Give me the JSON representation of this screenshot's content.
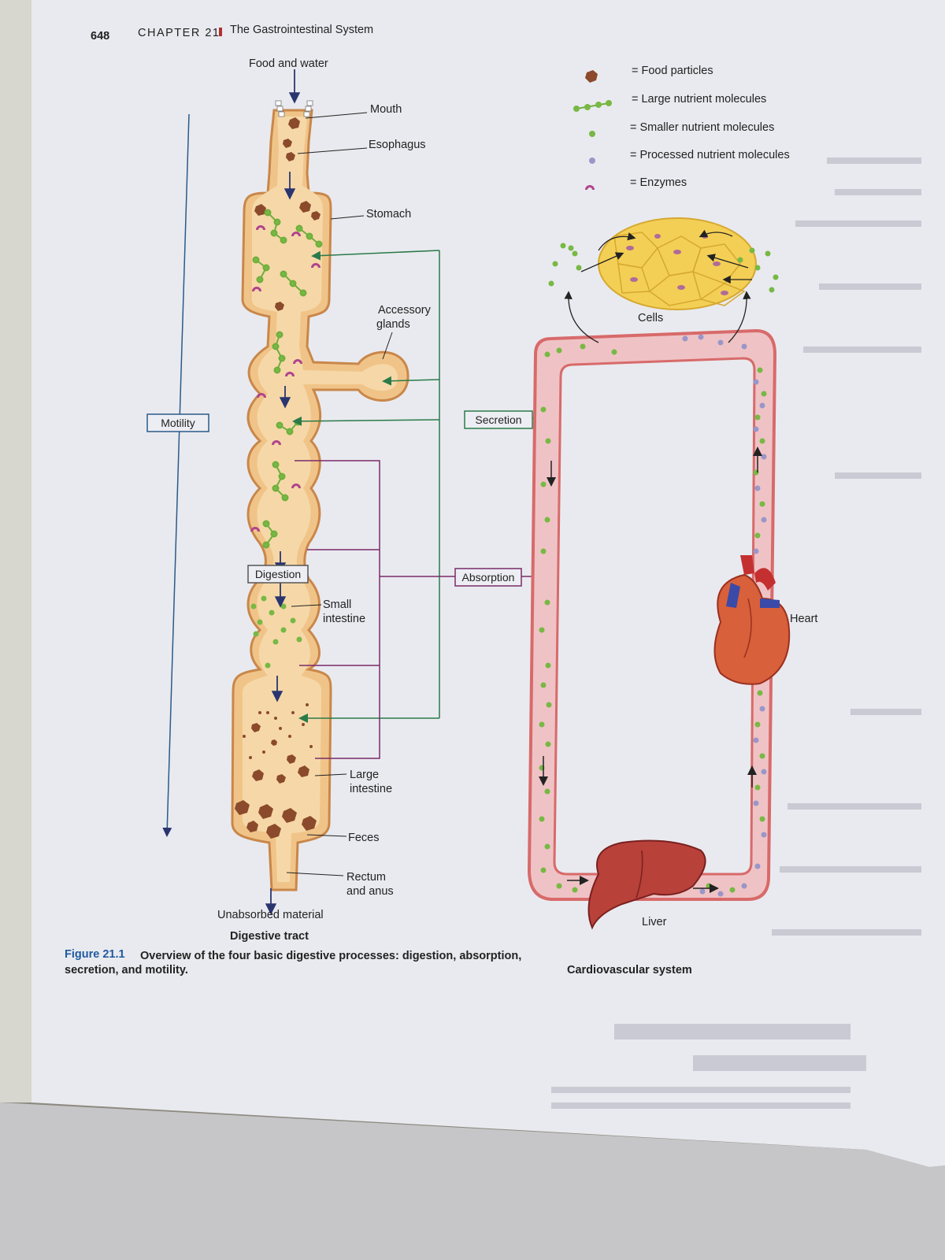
{
  "header": {
    "page_number": "648",
    "chapter": "CHAPTER 21",
    "chapter_title": "The Gastrointestinal System"
  },
  "legend": [
    {
      "icon": "food-particle-icon",
      "label": "= Food particles"
    },
    {
      "icon": "large-nutrient-icon",
      "label": "= Large nutrient molecules"
    },
    {
      "icon": "small-nutrient-icon",
      "label": "= Smaller nutrient molecules"
    },
    {
      "icon": "processed-nutrient-icon",
      "label": "= Processed nutrient molecules"
    },
    {
      "icon": "enzyme-icon",
      "label": "= Enzymes"
    }
  ],
  "digestive": {
    "food_and_water": "Food and water",
    "mouth": "Mouth",
    "esophagus": "Esophagus",
    "stomach": "Stomach",
    "accessory_1": "Accessory",
    "accessory_2": "glands",
    "small_1": "Small",
    "small_2": "intestine",
    "large_1": "Large",
    "large_2": "intestine",
    "feces": "Feces",
    "rectum_1": "Rectum",
    "rectum_2": "and anus",
    "unabsorbed": "Unabsorbed material",
    "title": "Digestive tract"
  },
  "processes": {
    "motility": "Motility",
    "secretion": "Secretion",
    "digestion": "Digestion",
    "absorption": "Absorption"
  },
  "cardio": {
    "cells": "Cells",
    "heart": "Heart",
    "liver": "Liver",
    "title": "Cardiovascular system"
  },
  "caption": {
    "figure_label": "Figure 21.1",
    "line1": "Overview of the four basic digestive processes: digestion, absorption,",
    "line2": "secretion, and motility."
  },
  "colors": {
    "page": "#edeef3",
    "tract_fill": "#f0c488",
    "tract_stroke": "#c9874a",
    "food": "#8b4a2b",
    "large_molecule": "#6fae3c",
    "small_molecule": "#78b844",
    "processed_molecule": "#9a96c8",
    "enzyme": "#b0448c",
    "vessel_fill": "#efc3c5",
    "vessel_stroke": "#d86a6a",
    "secretion_line": "#2a7a4a",
    "absorption_line": "#7a2a6a",
    "motility_line": "#2a5a8a",
    "caption_blue": "#1f5aa0",
    "cells": "#f3cf55"
  }
}
